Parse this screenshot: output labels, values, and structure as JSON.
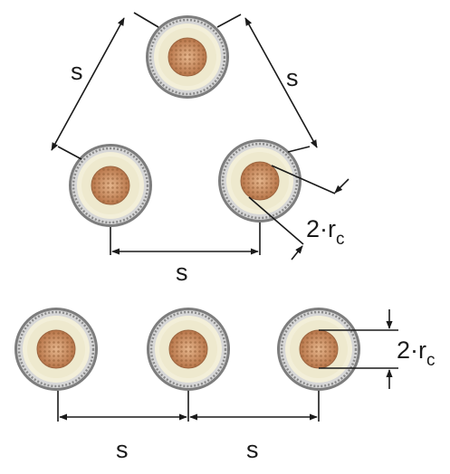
{
  "diagrams": [
    {
      "arrangement": "triangular (trefoil) formation",
      "spacing_labels": [
        "s",
        "s",
        "s"
      ],
      "radius_label": {
        "main": "2·r",
        "sub": "c"
      }
    },
    {
      "arrangement": "flat formation",
      "spacing_labels": [
        "s",
        "s"
      ],
      "radius_label": {
        "main": "2·r",
        "sub": "c"
      }
    }
  ],
  "colors": {
    "cable_sheath": "#8a8a8a",
    "insulation": "#f3efd9",
    "conductor": "#c9885a",
    "line": "#1a1a1a"
  }
}
